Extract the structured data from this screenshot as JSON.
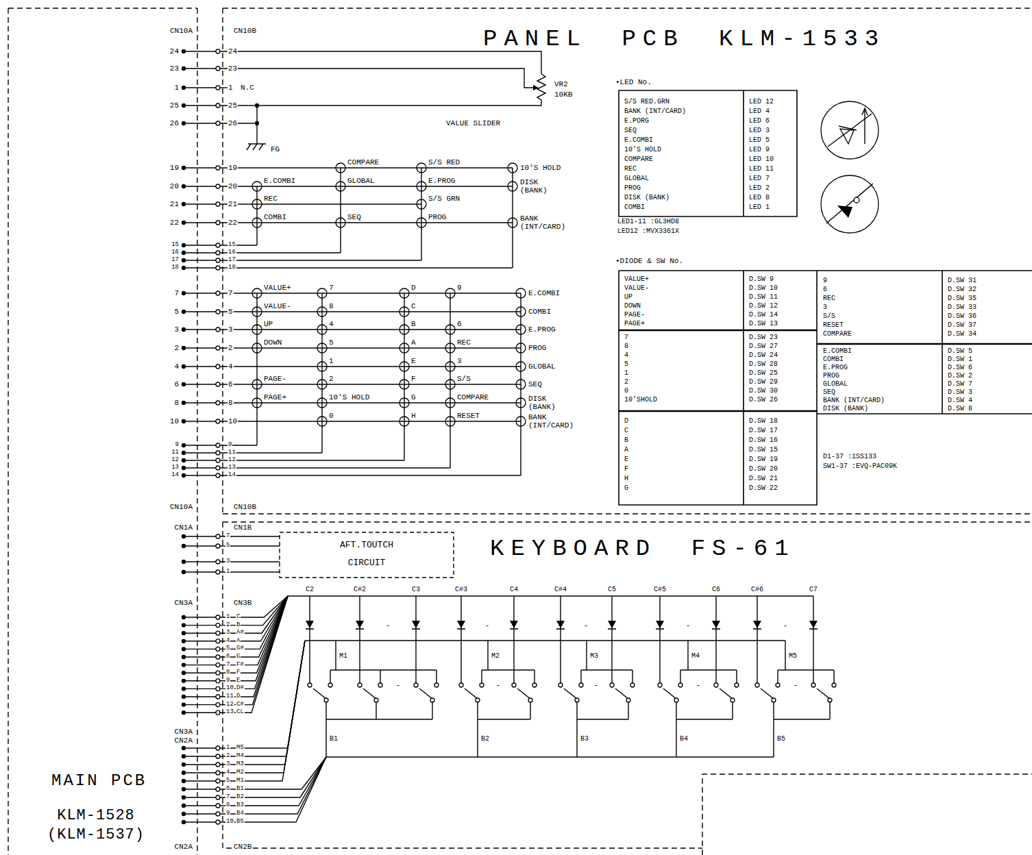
{
  "diagram": {
    "nodes": [
      {
        "text": [
          "PANEL PCB KLM-1533"
        ]
      },
      {
        "text": [
          "•LED No."
        ],
        "in": 0
      },
      {
        "text": [
          "•DIODE & SW No."
        ],
        "in": 0
      },
      {
        "text": [
          "KEYBOARD FS-61"
        ]
      },
      {
        "text": [
          "AFT.TOUTCH CIRCUIT"
        ],
        "in": 3
      },
      {
        "text": [
          "MAIN PCB",
          "KLM-1528 (KLM-1537)"
        ]
      }
    ],
    "labels": [
      "CN10A",
      "CN10B",
      "24",
      "24",
      "23",
      "23",
      "1",
      "1",
      "25",
      "25",
      "26",
      "26",
      "19",
      "19",
      "20",
      "20",
      "21",
      "21",
      "22",
      "22",
      "N.C",
      "VR2",
      "10KB",
      "VALUE SLIDER",
      "FG",
      "COMPARE",
      "S/S RED",
      "10'S HOLD",
      "E.COMBI",
      "GLOBAL",
      "E.PROG",
      "DISK (BANK)",
      "REC",
      "S/S GRN",
      "COMBI",
      "SEQ",
      "PROG",
      "BANK (INT/CARD)",
      "15",
      "15",
      "16",
      "16",
      "17",
      "17",
      "18",
      "18",
      "7",
      "7",
      "5",
      "5",
      "3",
      "3",
      "2",
      "2",
      "4",
      "4",
      "6",
      "6",
      "8",
      "8",
      "10",
      "10",
      "VALUE+",
      "7",
      "D",
      "9",
      "E.COMBI",
      "VALUE-",
      "8",
      "C",
      "COMBI",
      "UP",
      "4",
      "B",
      "6",
      "E.PROG",
      "DOWN",
      "5",
      "A",
      "REC",
      "PROG",
      "1",
      "E",
      "3",
      "GLOBAL",
      "PAGE-",
      "2",
      "F",
      "S/S",
      "SEQ",
      "PAGE+",
      "10'S HOLD",
      "G",
      "COMPARE",
      "DISK (BANK)",
      "0",
      "H",
      "RESET",
      "BANK (INT/CARD)",
      "9",
      "9",
      "11",
      "11",
      "12",
      "12",
      "13",
      "13",
      "14",
      "14",
      "CN10A",
      "CN10B",
      "S/S RED.GRN",
      "LED 12",
      "BANK (INT/CARD)",
      "LED 4",
      "E.PORG",
      "LED 6",
      "SEQ",
      "LED 3",
      "E.COMBI",
      "LED 5",
      "10'S HOLD",
      "LED 9",
      "COMPARE",
      "LED 10",
      "REC",
      "LED 11",
      "GLOBAL",
      "LED 7",
      "PROG",
      "LED 2",
      "DISK (BANK)",
      "LED 8",
      "COMBI",
      "LED 1",
      "LED1-11 :GL3HD8",
      "LED12 :MVX3361X",
      "VALUE+",
      "D.SW 9",
      "VALUE-",
      "D.SW 10",
      "UP",
      "D.SW 11",
      "DOWN",
      "D.SW 12",
      "PAGE-",
      "D.SW 14",
      "PAGE+",
      "D.SW 13",
      "7",
      "D.SW 23",
      "8",
      "D.SW 27",
      "4",
      "D.SW 24",
      "5",
      "D.SW 28",
      "1",
      "D.SW 25",
      "2",
      "D.SW 29",
      "0",
      "D.SW 30",
      "10'SHOLD",
      "D.SW 26",
      "D",
      "D.SW 18",
      "C",
      "D.SW 17",
      "B",
      "D.SW 16",
      "A",
      "D.SW 15",
      "E",
      "D.SW 19",
      "F",
      "D.SW 20",
      "H",
      "D.SW 21",
      "G",
      "D.SW 22",
      "9",
      "D.SW 31",
      "6",
      "D.SW 32",
      "REC",
      "D.SW 35",
      "3",
      "D.SW 33",
      "S/S",
      "D.SW 36",
      "RESET",
      "D.SW 37",
      "COMPARE",
      "D.SW 34",
      "E.COMBI",
      "D.SW 5",
      "COMBI",
      "D.SW 1",
      "E.PROG",
      "D.SW 6",
      "PROG",
      "D.SW 2",
      "GLOBAL",
      "D.SW 7",
      "SEQ",
      "D.SW 3",
      "BANK (INT/CARD)",
      "D.SW 4",
      "DISK (BANK)",
      "D.SW 8",
      "D1-37 :1SS133",
      "SW1-37 :EVQ-PAC09K",
      "CN1A",
      "CN1B",
      "7",
      "5",
      "3",
      "1",
      "CN3A",
      "CN3B",
      "1",
      "C",
      "2",
      "B",
      "3",
      "A#",
      "4",
      "A",
      "5",
      "G#",
      "6",
      "G",
      "7",
      "F#",
      "8",
      "F",
      "9",
      "E",
      "10",
      "D#",
      "11",
      "D",
      "12",
      "C#",
      "13",
      "CL",
      "CN3A",
      "CN2A",
      "1",
      "M5",
      "2",
      "M4",
      "3",
      "M3",
      "4",
      "M2",
      "5",
      "M1",
      "6",
      "B1",
      "7",
      "B2",
      "8",
      "B3",
      "9",
      "B4",
      "10",
      "B5",
      "CN2A",
      "CN2B",
      "C2",
      "C#2",
      "C3",
      "C#3",
      "C4",
      "C#4",
      "C5",
      "C#5",
      "C6",
      "C#6",
      "C7",
      "-",
      "-",
      "-",
      "-",
      "-",
      "-",
      "-",
      "-",
      "-",
      "-",
      "M1",
      "M2",
      "M3",
      "M4",
      "M5",
      "B1",
      "B2",
      "B3",
      "B4",
      "B5"
    ]
  }
}
